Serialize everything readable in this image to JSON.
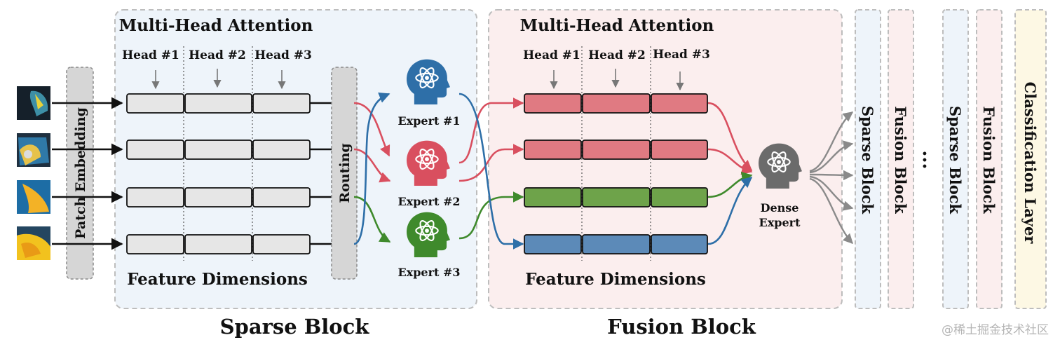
{
  "sparse": {
    "mha_title": "Multi-Head Attention",
    "heads": [
      "Head #1",
      "Head #2",
      "Head #3"
    ],
    "feature_label": "Feature Dimensions",
    "patch_label": "Patch Embedding",
    "routing_label": "Routing",
    "caption": "Sparse Block"
  },
  "experts": [
    "Expert #1",
    "Expert #2",
    "Expert #3"
  ],
  "fusion": {
    "mha_title": "Multi-Head Attention",
    "heads": [
      "Head #1",
      "Head #2",
      "Head #3"
    ],
    "feature_label": "Feature Dimensions",
    "caption": "Fusion Block",
    "dense_line1": "Dense",
    "dense_line2": "Expert"
  },
  "stack": [
    "Sparse Block",
    "Fusion Block",
    "Sparse Block",
    "Fusion Block",
    "Classification Layer"
  ],
  "ellipsis": "...",
  "watermark": "@稀土掘金技术社区",
  "colors": {
    "expert1": "#2e6fa8",
    "expert2": "#d94f5f",
    "expert3": "#3f8a2c",
    "dense": "#6b6b6b",
    "token_gray": "#e6e6e6",
    "row_red": "#e07a82",
    "row_green": "#6ea34a",
    "row_blue": "#5c8ab8"
  },
  "icons": {
    "patch": "image-patch-icon",
    "expert": "head-atom-icon",
    "dense": "head-atom-icon"
  }
}
